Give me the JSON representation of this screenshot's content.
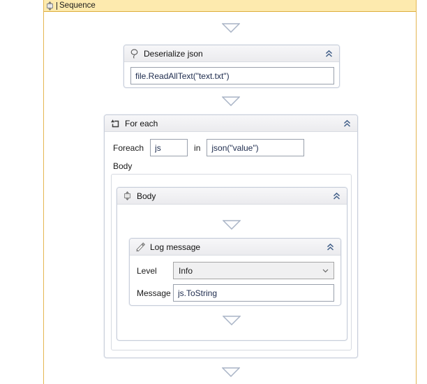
{
  "colors": {
    "selection_border": "#e4b652",
    "selection_header_bg": "#fdeaae",
    "connector_stroke": "#a9b4c6",
    "collapse_chevron": "#44618a",
    "activity_border": "#c9cfdb",
    "dropdown_bg": "#f0f0f1",
    "expression_text": "#1d2b4d"
  },
  "icons": {
    "sequence": "sequence-cube-arrows-icon",
    "deserialize": "balloon-icon",
    "for_each": "loop-arrow-icon",
    "log_message": "pencil-icon",
    "collapse": "double-chevron-up-icon",
    "dropdown": "chevron-down-icon",
    "connector": "down-triangle-connector"
  },
  "sequence": {
    "title": "Sequence"
  },
  "deserialize": {
    "title": "Deserialize json",
    "value": "file.ReadAllText(\"text.txt\")"
  },
  "for_each": {
    "title": "For each",
    "foreach_label": "Foreach",
    "item_value": "js",
    "in_label": "in",
    "collection_value": "json(\"value\")",
    "body_label": "Body"
  },
  "body_sequence": {
    "title": "Body"
  },
  "log_message": {
    "title": "Log message",
    "level_label": "Level",
    "level_value": "Info",
    "message_label": "Message",
    "message_value": "js.ToString"
  }
}
